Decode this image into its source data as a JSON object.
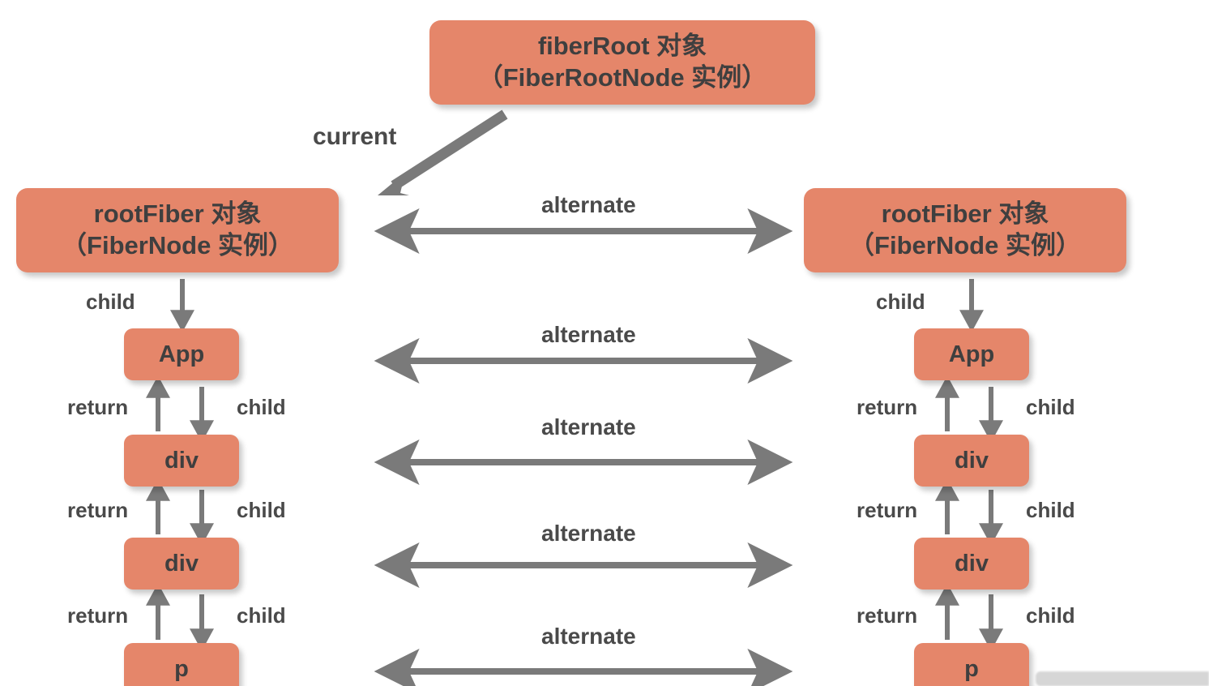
{
  "diagram": {
    "title": "React Fiber double buffering (current / workInProgress) tree",
    "colors": {
      "node_fill": "#e5866a",
      "node_text": "#3f3f3f",
      "arrow": "#7a7a7a",
      "label_text": "#4a4a4a",
      "background": "#ffffff",
      "gray_bar": "#d6d6d6"
    },
    "root": {
      "line1": "fiberRoot 对象",
      "line2": "（FiberRootNode 实例）",
      "text": "fiberRoot 对象\n（FiberRootNode 实例）"
    },
    "current_label": "current",
    "left_tree": {
      "root_fiber": {
        "line1": "rootFiber 对象",
        "line2": "（FiberNode 实例）",
        "text": "rootFiber 对象\n（FiberNode 实例）"
      },
      "child_label_top": "child",
      "nodes": [
        {
          "label": "App"
        },
        {
          "label": "div"
        },
        {
          "label": "div"
        },
        {
          "label": "p"
        }
      ],
      "edges": [
        {
          "return_label": "return",
          "child_label": "child"
        },
        {
          "return_label": "return",
          "child_label": "child"
        },
        {
          "return_label": "return",
          "child_label": "child"
        }
      ]
    },
    "right_tree": {
      "root_fiber": {
        "line1": "rootFiber 对象",
        "line2": "（FiberNode 实例）",
        "text": "rootFiber 对象\n（FiberNode 实例）"
      },
      "child_label_top": "child",
      "nodes": [
        {
          "label": "App"
        },
        {
          "label": "div"
        },
        {
          "label": "div"
        },
        {
          "label": "p"
        }
      ],
      "edges": [
        {
          "return_label": "return",
          "child_label": "child"
        },
        {
          "return_label": "return",
          "child_label": "child"
        },
        {
          "return_label": "return",
          "child_label": "child"
        }
      ]
    },
    "alternate_links": [
      {
        "label": "alternate"
      },
      {
        "label": "alternate"
      },
      {
        "label": "alternate"
      },
      {
        "label": "alternate"
      },
      {
        "label": "alternate"
      }
    ]
  }
}
